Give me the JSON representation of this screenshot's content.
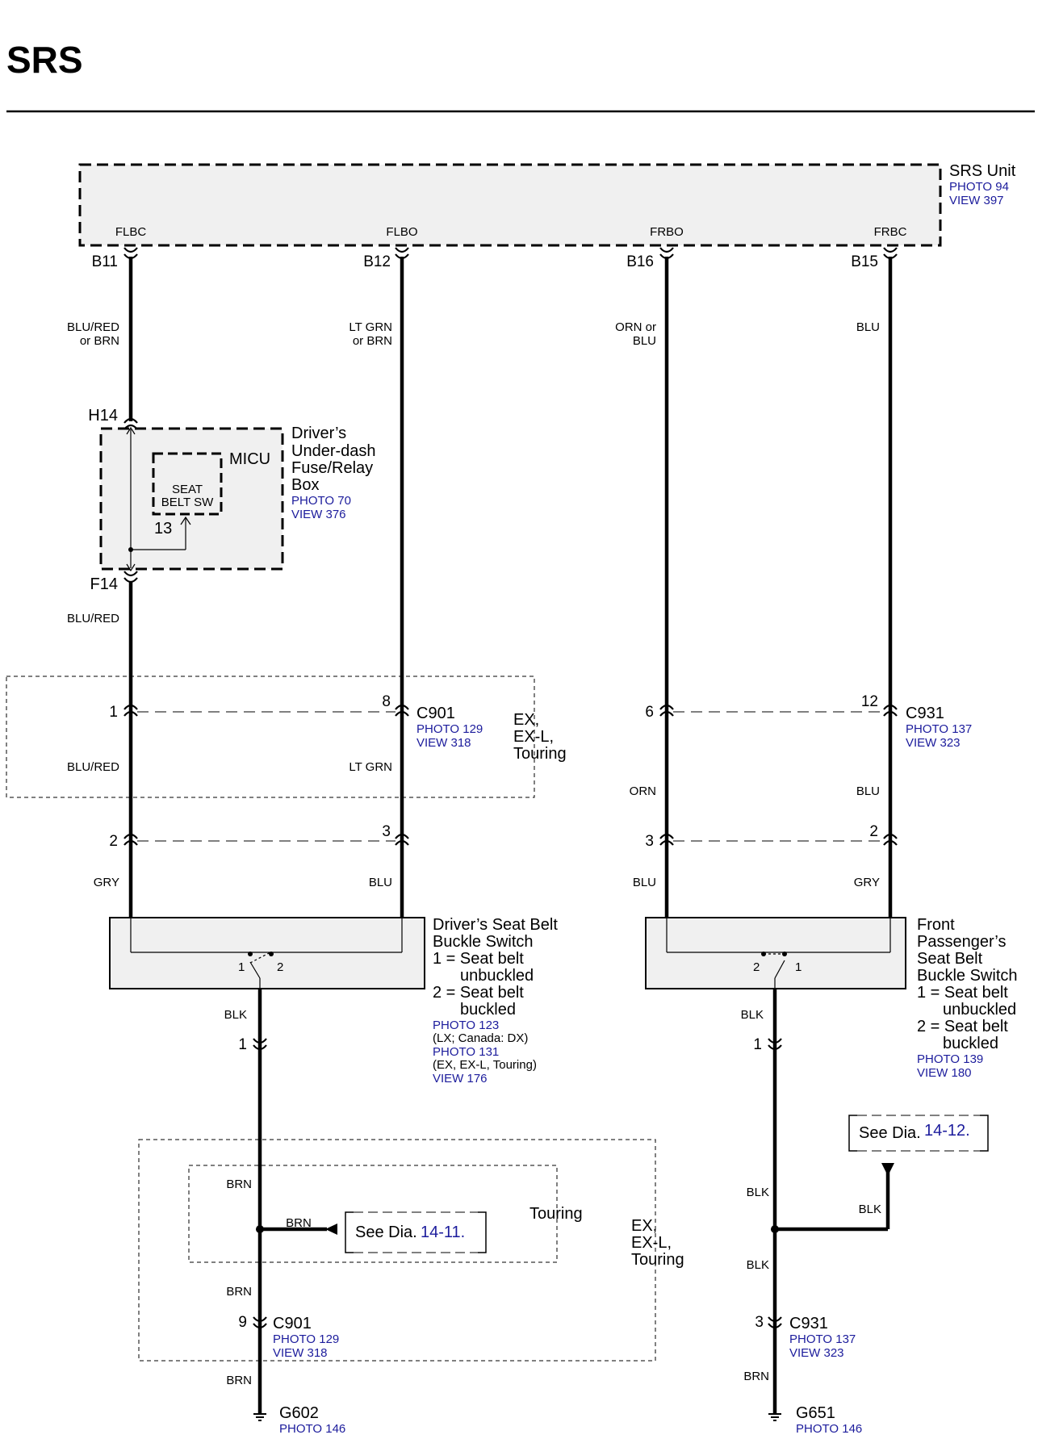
{
  "page": {
    "title": "SRS"
  },
  "colors": {
    "link": "#1c1c9c",
    "box_fill": "#f0f0f0",
    "wire": "#000000"
  },
  "srs_unit": {
    "name": "SRS Unit",
    "photo": "PHOTO 94",
    "view": "VIEW 397",
    "terminals": [
      {
        "label": "FLBC",
        "pin": "B11",
        "wire": [
          "BLU/RED",
          "or BRN"
        ]
      },
      {
        "label": "FLBO",
        "pin": "B12",
        "wire": [
          "LT GRN",
          "or BRN"
        ]
      },
      {
        "label": "FRBO",
        "pin": "B16",
        "wire": [
          "ORN or",
          "BLU"
        ]
      },
      {
        "label": "FRBC",
        "pin": "B15",
        "wire": [
          "BLU"
        ]
      }
    ]
  },
  "fuse_box": {
    "name_lines": [
      "Driver’s",
      "Under-dash",
      "Fuse/Relay",
      "Box"
    ],
    "photo": "PHOTO 70",
    "view": "VIEW 376",
    "micu": "MICU",
    "switch_lines": [
      "SEAT",
      "BELT SW"
    ],
    "pin": "13",
    "top_pin": "H14",
    "bottom_pin": "F14",
    "wire_below": "BLU/RED"
  },
  "c901_upper": {
    "name": "C901",
    "photo": "PHOTO 129",
    "view": "VIEW 318",
    "variant_lines": [
      "EX,",
      "EX-L,",
      "Touring"
    ],
    "pin_a": "1",
    "pin_b": "8",
    "pin_c": "2",
    "pin_d": "3",
    "wire_a": "BLU/RED",
    "wire_b": "LT GRN",
    "wire_c": "GRY",
    "wire_d": "BLU"
  },
  "c931_upper": {
    "name": "C931",
    "photo": "PHOTO 137",
    "view": "VIEW 323",
    "pin_a": "6",
    "pin_b": "12",
    "pin_c": "3",
    "pin_d": "2",
    "wire_a": "ORN",
    "wire_b": "BLU",
    "wire_c": "BLU",
    "wire_d": "GRY"
  },
  "driver_switch": {
    "name_lines": [
      "Driver’s Seat Belt",
      "Buckle Switch"
    ],
    "legend_1": [
      "1 = Seat belt",
      "unbuckled"
    ],
    "legend_2": [
      "2 = Seat belt",
      "buckled"
    ],
    "refs": [
      "PHOTO 123",
      "(LX; Canada: DX)",
      "PHOTO 131",
      "(EX, EX-L, Touring)",
      "VIEW 176"
    ],
    "contact_1": "1",
    "contact_2": "2",
    "out_wire": "BLK",
    "out_pin": "1"
  },
  "passenger_switch": {
    "name_lines": [
      "Front",
      "Passenger’s",
      "Seat Belt",
      "Buckle Switch"
    ],
    "legend_1": [
      "1 = Seat belt",
      "unbuckled"
    ],
    "legend_2": [
      "2 = Seat belt",
      "buckled"
    ],
    "refs": [
      "PHOTO 139",
      "VIEW 180"
    ],
    "contact_1": "1",
    "contact_2": "2",
    "out_wire": "BLK",
    "out_pin": "1"
  },
  "driver_lower": {
    "outer_variant_lines": [
      "EX,",
      "EX-L,",
      "Touring"
    ],
    "inner_variant": "Touring",
    "wire_1": "BRN",
    "branch_wire": "BRN",
    "wire_2": "BRN",
    "wire_3": "BRN",
    "see_text": "See Dia.",
    "see_ref": "14-11.",
    "conn_pin": "9",
    "conn_name": "C901",
    "conn_photo": "PHOTO 129",
    "conn_view": "VIEW 318",
    "ground": "G602",
    "ground_photo": "PHOTO 146"
  },
  "passenger_lower": {
    "wire_1": "BLK",
    "branch_wire": "BLK",
    "wire_2": "BLK",
    "wire_3": "BRN",
    "see_text": "See Dia.",
    "see_ref": "14-12.",
    "conn_pin": "3",
    "conn_name": "C931",
    "conn_photo": "PHOTO 137",
    "conn_view": "VIEW 323",
    "ground": "G651",
    "ground_photo": "PHOTO 146"
  }
}
